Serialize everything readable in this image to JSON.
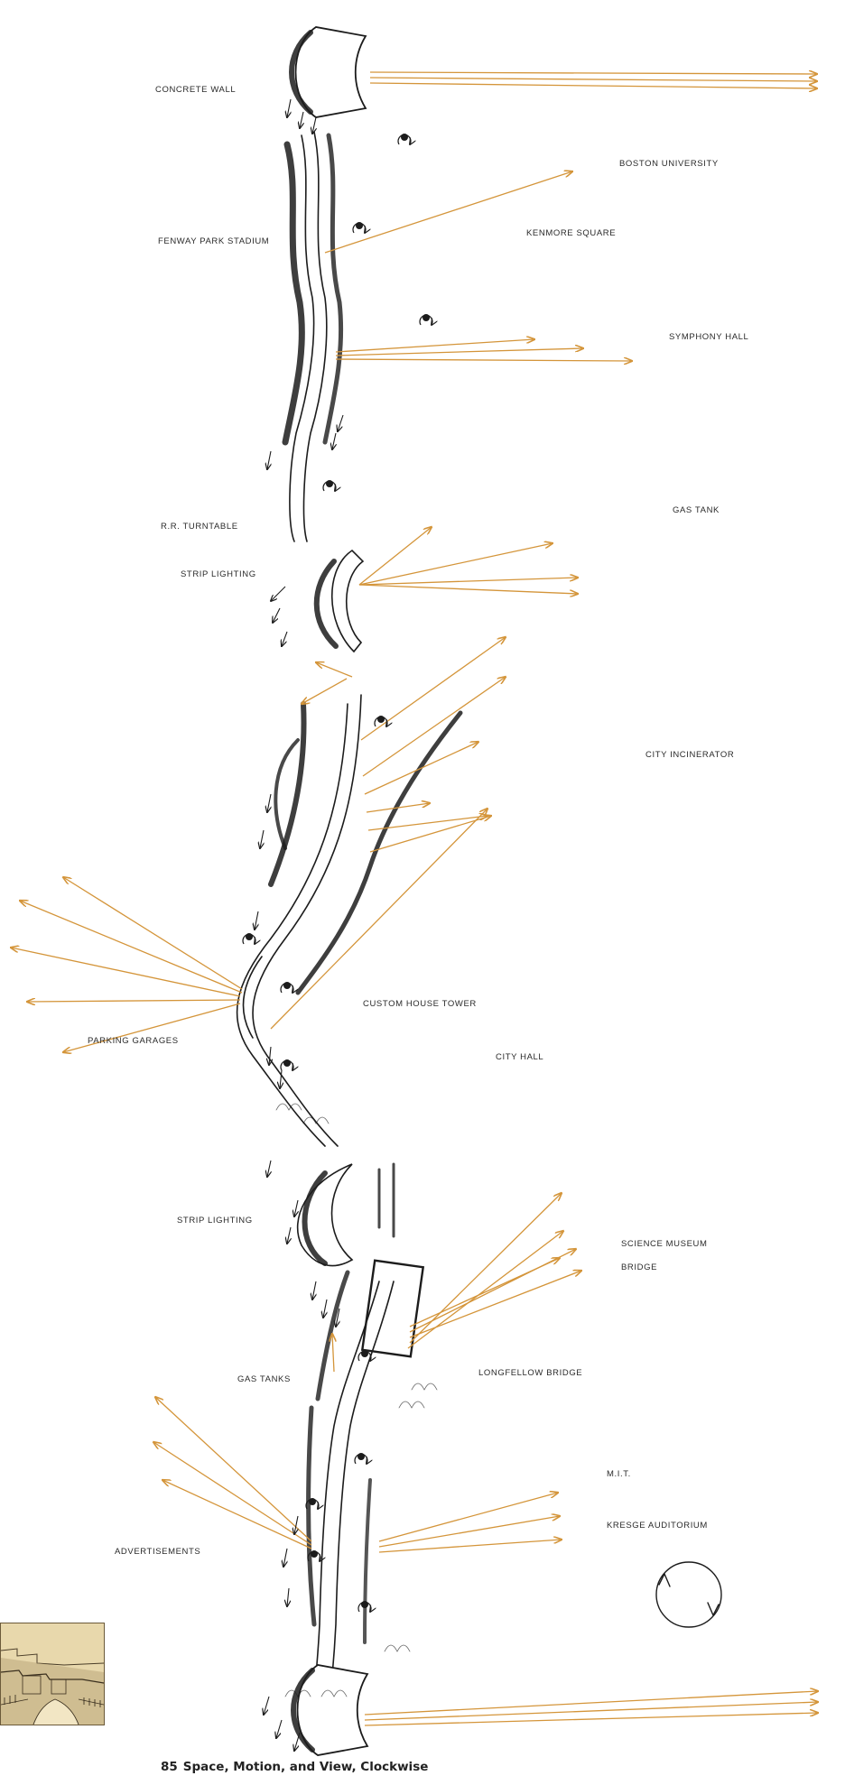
{
  "colors": {
    "sight_arrow": "#d4953a",
    "ink": "#1c1c1c",
    "background": "#ffffff",
    "thumbnail_fill": "#e8d8ac"
  },
  "labels": {
    "concrete_wall": "CONCRETE WALL",
    "boston_university": "BOSTON UNIVERSITY",
    "fenway_park_stadium": "FENWAY PARK STADIUM",
    "kenmore_square": "KENMORE SQUARE",
    "symphony_hall": "SYMPHONY HALL",
    "rr_turntable": "R.R. TURNTABLE",
    "gas_tank": "GAS TANK",
    "strip_lighting_upper": "STRIP LIGHTING",
    "city_incinerator": "CITY INCINERATOR",
    "custom_house_tower": "CUSTOM HOUSE TOWER",
    "parking_garages": "PARKING GARAGES",
    "city_hall": "CITY HALL",
    "strip_lighting_lower": "STRIP LIGHTING",
    "science_museum": "SCIENCE MUSEUM",
    "bridge": "BRIDGE",
    "gas_tanks": "GAS TANKS",
    "longfellow_bridge": "LONGFELLOW BRIDGE",
    "mit": "M.I.T.",
    "kresge_auditorium": "KRESGE AUDITORIUM",
    "advertisements": "ADVERTISEMENTS"
  },
  "caption": {
    "number": "85",
    "title": "Space, Motion, and View, Clockwise"
  },
  "icons": [
    "rotation-clockwise-icon",
    "thumbnail-street-sketch"
  ]
}
